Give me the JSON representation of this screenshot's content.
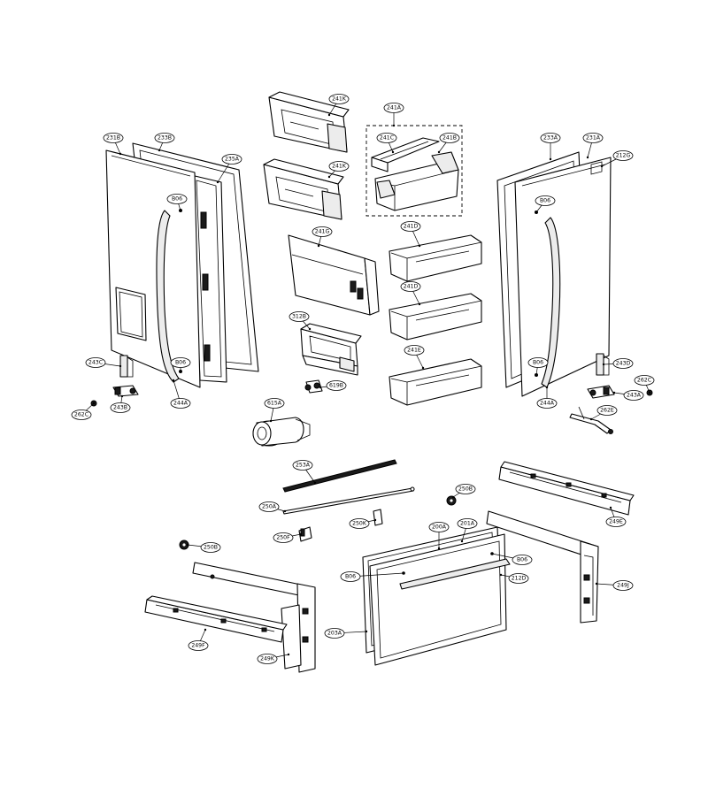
{
  "diagram": {
    "labels": [
      {
        "id": "l-241k-top",
        "text": "241K",
        "anchor": "bin-241k-top"
      },
      {
        "id": "l-241k-mid",
        "text": "241K",
        "anchor": "bin-241k-mid"
      },
      {
        "id": "l-241a",
        "text": "241A",
        "anchor": "group-241a"
      },
      {
        "id": "l-241c",
        "text": "241C",
        "anchor": "bin-241c"
      },
      {
        "id": "l-241b",
        "text": "241B",
        "anchor": "bin-241b"
      },
      {
        "id": "l-231b",
        "text": "231B",
        "anchor": "left-door"
      },
      {
        "id": "l-233b",
        "text": "233B",
        "anchor": "left-gasket"
      },
      {
        "id": "l-235a",
        "text": "235A",
        "anchor": "left-flipper"
      },
      {
        "id": "l-b06-1",
        "text": "B06",
        "anchor": "left-door-screw-top"
      },
      {
        "id": "l-241g",
        "text": "241G",
        "anchor": "cover-241g"
      },
      {
        "id": "l-241d-1",
        "text": "241D",
        "anchor": "bin-241d-top"
      },
      {
        "id": "l-241d-2",
        "text": "241D",
        "anchor": "bin-241d-mid"
      },
      {
        "id": "l-312b",
        "text": "312B",
        "anchor": "dispenser-312b"
      },
      {
        "id": "l-241e",
        "text": "241E",
        "anchor": "bin-241e"
      },
      {
        "id": "l-233a",
        "text": "233A",
        "anchor": "right-gasket"
      },
      {
        "id": "l-231a",
        "text": "231A",
        "anchor": "right-door"
      },
      {
        "id": "l-212g",
        "text": "212G",
        "anchor": "right-door-panel"
      },
      {
        "id": "l-b06-2",
        "text": "B06",
        "anchor": "right-door-screw-top"
      },
      {
        "id": "l-243c",
        "text": "243C",
        "anchor": "hinge-243c"
      },
      {
        "id": "l-b06-3",
        "text": "B06",
        "anchor": "left-door-screw-bottom"
      },
      {
        "id": "l-243b",
        "text": "243B",
        "anchor": "hinge-243b"
      },
      {
        "id": "l-262c-l",
        "text": "262C",
        "anchor": "washer-262c-left"
      },
      {
        "id": "l-244a-l",
        "text": "244A",
        "anchor": "left-handle"
      },
      {
        "id": "l-619b",
        "text": "619B",
        "anchor": "valve-619b"
      },
      {
        "id": "l-615a",
        "text": "615A",
        "anchor": "motor-615a"
      },
      {
        "id": "l-b06-4",
        "text": "B06",
        "anchor": "right-door-screw-bottom"
      },
      {
        "id": "l-243d",
        "text": "243D",
        "anchor": "hinge-243d"
      },
      {
        "id": "l-262c-r",
        "text": "262C",
        "anchor": "washer-262c-right"
      },
      {
        "id": "l-243a",
        "text": "243A",
        "anchor": "hinge-243a"
      },
      {
        "id": "l-244a-r",
        "text": "244A",
        "anchor": "right-handle"
      },
      {
        "id": "l-262e",
        "text": "262E",
        "anchor": "spring-262e"
      },
      {
        "id": "l-253a",
        "text": "253A",
        "anchor": "rail-253a"
      },
      {
        "id": "l-250a",
        "text": "250A",
        "anchor": "rod-250a"
      },
      {
        "id": "l-250b-r",
        "text": "250B",
        "anchor": "gear-250b-right"
      },
      {
        "id": "l-250k",
        "text": "250K",
        "anchor": "clip-250k"
      },
      {
        "id": "l-250f",
        "text": "250F",
        "anchor": "bracket-250f"
      },
      {
        "id": "l-250b-l",
        "text": "250B",
        "anchor": "gear-250b-left"
      },
      {
        "id": "l-249e",
        "text": "249E",
        "anchor": "slide-249e"
      },
      {
        "id": "l-200a",
        "text": "200A",
        "anchor": "drawer-door"
      },
      {
        "id": "l-201a",
        "text": "201A",
        "anchor": "drawer-gasket"
      },
      {
        "id": "l-b06-5",
        "text": "B06",
        "anchor": "drawer-screw-right"
      },
      {
        "id": "l-b06-6",
        "text": "B06",
        "anchor": "drawer-screw-left"
      },
      {
        "id": "l-212d",
        "text": "212D",
        "anchor": "drawer-panel"
      },
      {
        "id": "l-249j",
        "text": "249J",
        "anchor": "frame-249j"
      },
      {
        "id": "l-249f",
        "text": "249F",
        "anchor": "slide-249f"
      },
      {
        "id": "l-249k",
        "text": "249K",
        "anchor": "frame-249k"
      },
      {
        "id": "l-203a",
        "text": "203A",
        "anchor": "drawer-handle"
      }
    ]
  }
}
